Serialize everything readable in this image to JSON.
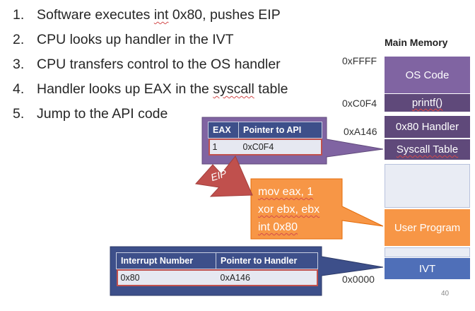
{
  "steps": [
    {
      "num": "1.",
      "pre": "Software executes ",
      "squig": "int",
      "post": " 0x80, pushes EIP"
    },
    {
      "num": "2.",
      "pre": "CPU looks up handler in the IVT",
      "squig": "",
      "post": ""
    },
    {
      "num": "3.",
      "pre": "CPU transfers control to the OS handler",
      "squig": "",
      "post": ""
    },
    {
      "num": "4.",
      "pre": "Handler looks up EAX in the ",
      "squig": "syscall",
      "post": " table"
    },
    {
      "num": "5.",
      "pre": "Jump to the API code",
      "squig": "",
      "post": ""
    }
  ],
  "memory": {
    "title": "Main Memory",
    "addresses": [
      "0xFFFF",
      "0xC0F4",
      "0xA146",
      "0x0000"
    ],
    "blocks": {
      "os_code": "OS Code",
      "printf": "printf()",
      "handler": "0x80 Handler",
      "syscall_table": "Syscall Table",
      "user_program": "User Program",
      "ivt": "IVT"
    }
  },
  "syscall_callout": {
    "headers": [
      "EAX",
      "Pointer to API"
    ],
    "row": [
      "1",
      "0xC0F4"
    ]
  },
  "eip_label": "EIP",
  "code_callout": {
    "lines": [
      "mov eax, 1",
      "xor ebx, ebx",
      "int 0x80"
    ]
  },
  "ivt_callout": {
    "headers": [
      "Interrupt Number",
      "Pointer to Handler"
    ],
    "row": [
      "0x80",
      "0xA146"
    ]
  },
  "page_number": "40",
  "colors": {
    "os": "#8064a2",
    "os_dark": "#5f497a",
    "ivt_blue": "#4f6fb8",
    "navy": "#3d4f8a",
    "orange": "#f79646",
    "eip_red": "#c0504d",
    "free": "#e9ecf4"
  }
}
